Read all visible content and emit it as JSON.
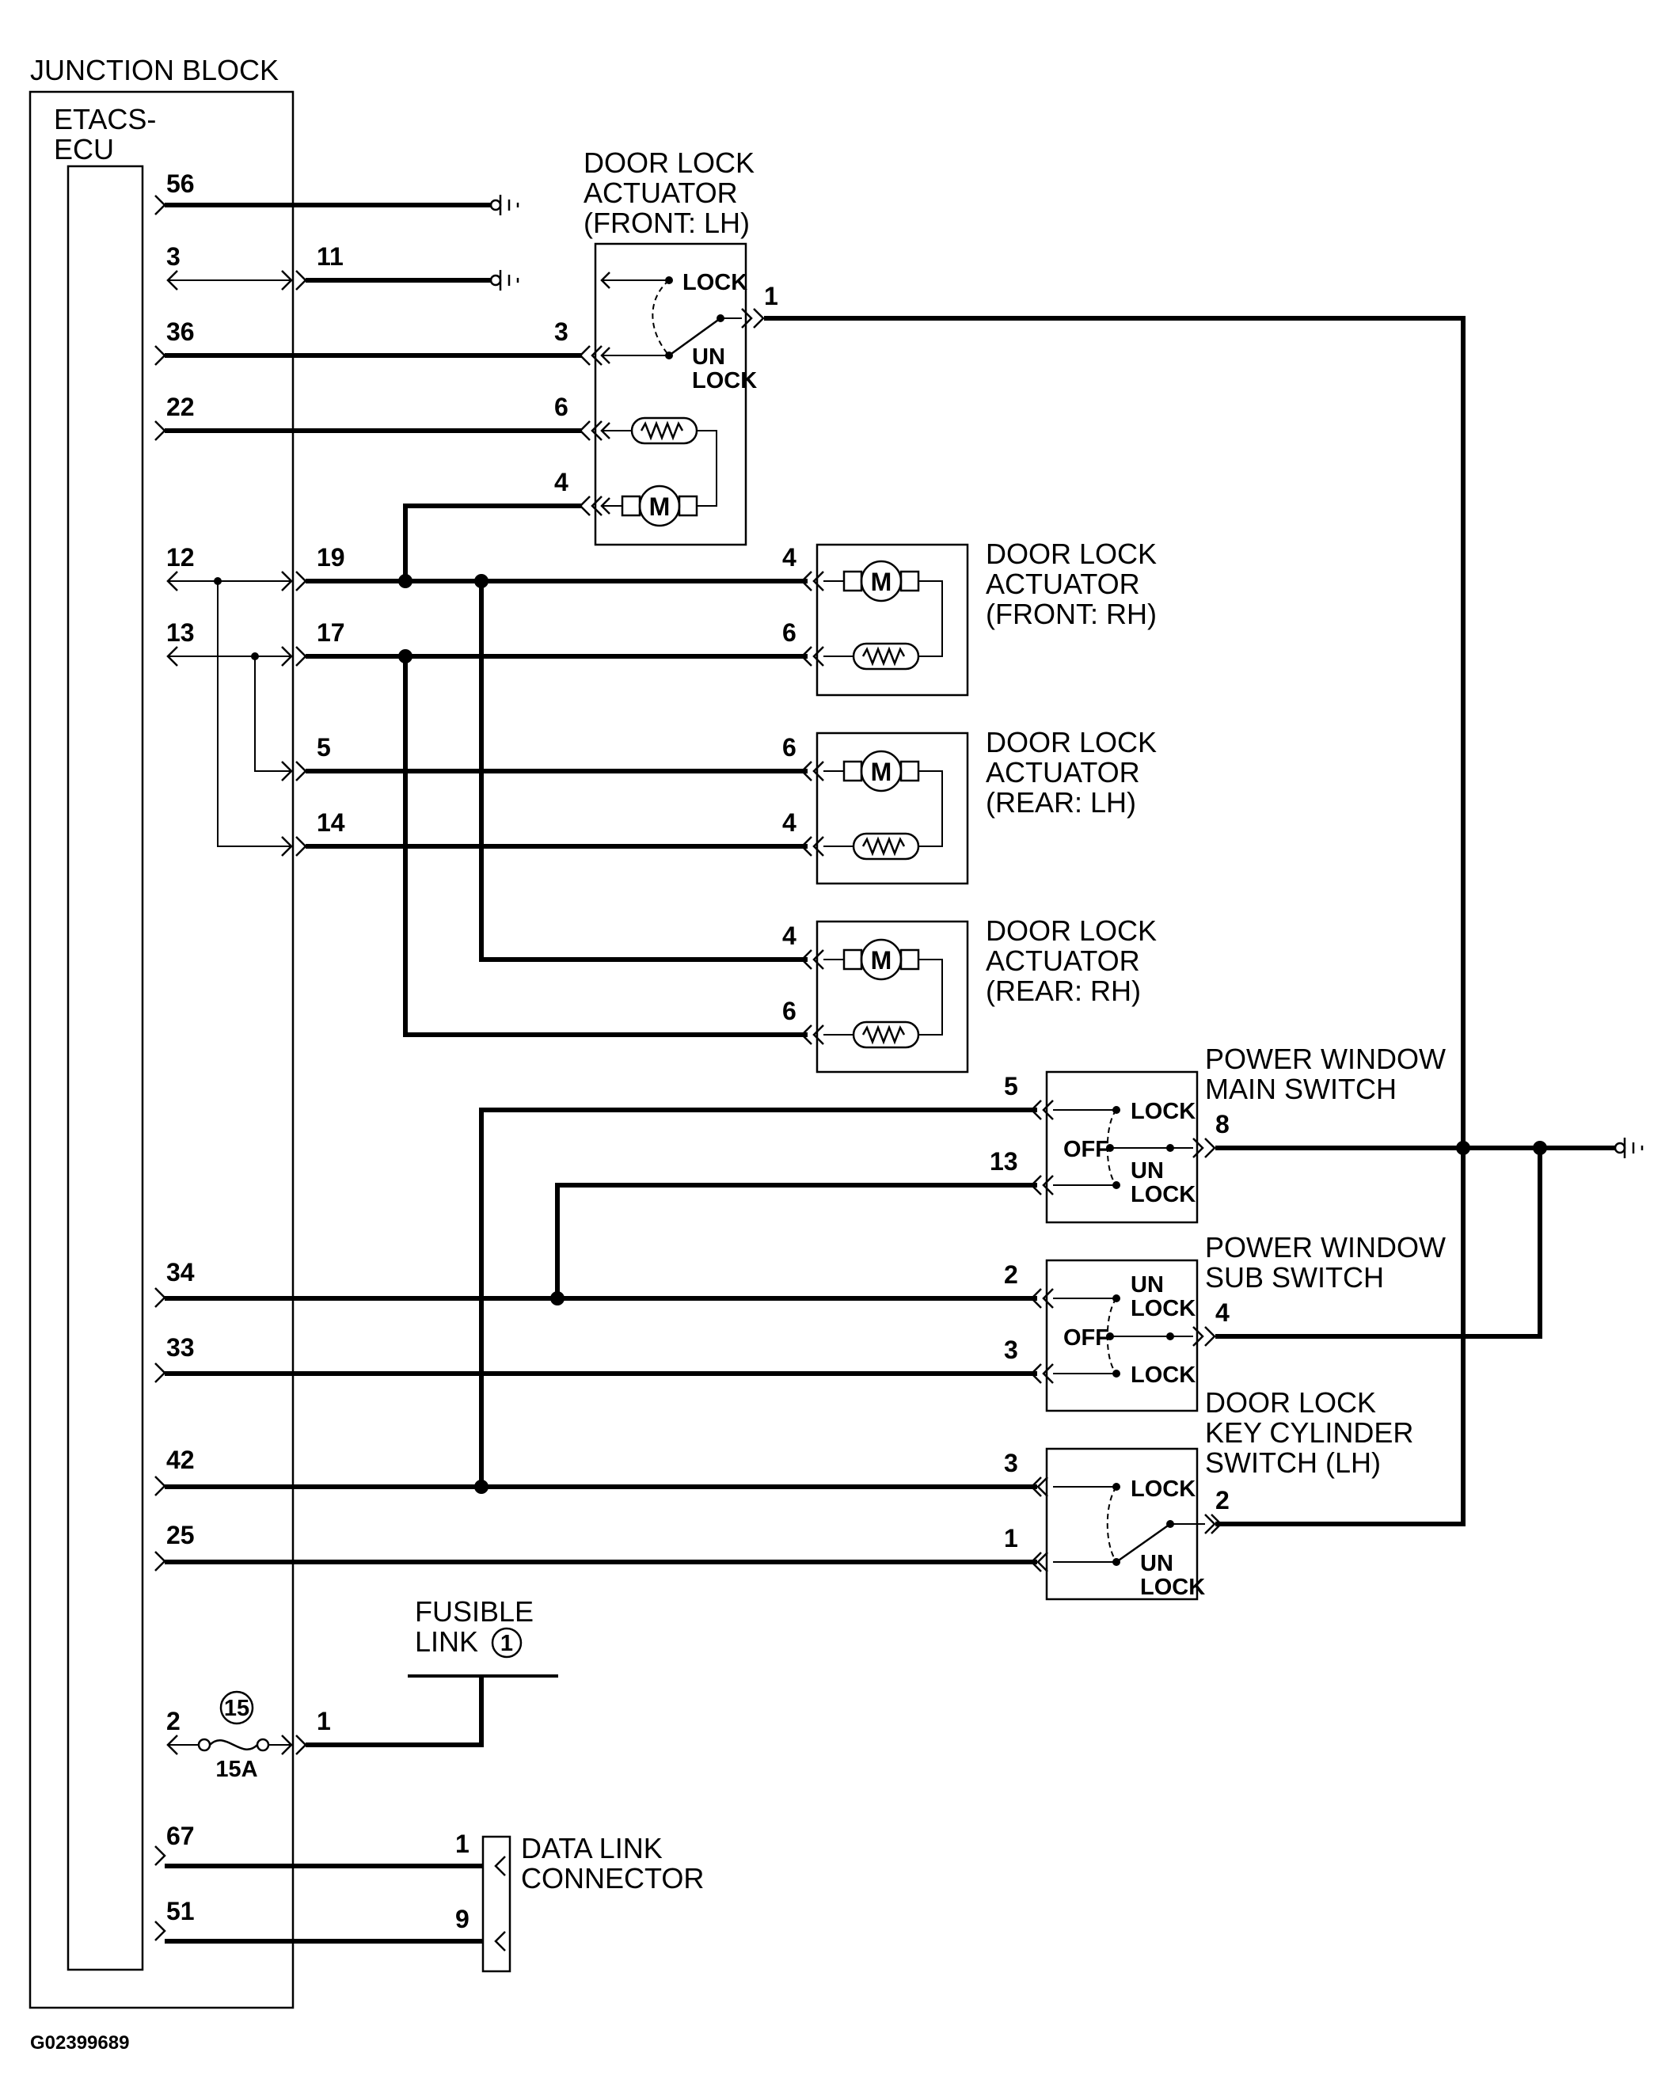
{
  "junction_block": {
    "title": "JUNCTION BLOCK",
    "ecu_label_line1": "ETACS-",
    "ecu_label_line2": "ECU"
  },
  "ecu_pins": [
    "56",
    "3",
    "36",
    "22",
    "12",
    "13",
    "34",
    "33",
    "42",
    "25",
    "2",
    "67",
    "51"
  ],
  "jb_outer_pins": [
    "11",
    "19",
    "17",
    "5",
    "14",
    "1"
  ],
  "fuse": {
    "number": "15",
    "rating": "15A"
  },
  "fusible_link": {
    "line1": "FUSIBLE",
    "line2": "LINK",
    "number": "1"
  },
  "components": {
    "dl_front_lh": {
      "line1": "DOOR LOCK",
      "line2": "ACTUATOR",
      "line3": "(FRONT: LH)",
      "lock": "LOCK",
      "un": "UN",
      "unlock": "LOCK",
      "pins": [
        "1",
        "3",
        "6",
        "4"
      ]
    },
    "dl_front_rh": {
      "line1": "DOOR LOCK",
      "line2": "ACTUATOR",
      "line3": "(FRONT: RH)",
      "pins": [
        "4",
        "6"
      ]
    },
    "dl_rear_lh": {
      "line1": "DOOR LOCK",
      "line2": "ACTUATOR",
      "line3": "(REAR: LH)",
      "pins": [
        "6",
        "4"
      ]
    },
    "dl_rear_rh": {
      "line1": "DOOR LOCK",
      "line2": "ACTUATOR",
      "line3": "(REAR: RH)",
      "pins": [
        "4",
        "6"
      ]
    },
    "pw_main": {
      "line1": "POWER WINDOW",
      "line2": "MAIN SWITCH",
      "lock": "LOCK",
      "off": "OFF",
      "un": "UN",
      "unlock": "LOCK",
      "pins": [
        "5",
        "8",
        "13"
      ]
    },
    "pw_sub": {
      "line1": "POWER WINDOW",
      "line2": "SUB SWITCH",
      "un": "UN",
      "unlock": "LOCK",
      "off": "OFF",
      "lock": "LOCK",
      "pins": [
        "2",
        "4",
        "3"
      ]
    },
    "key_cyl": {
      "line1": "DOOR LOCK",
      "line2": "KEY CYLINDER",
      "line3": "SWITCH (LH)",
      "lock": "LOCK",
      "un": "UN",
      "unlock": "LOCK",
      "pins": [
        "3",
        "2",
        "1"
      ]
    },
    "data_link": {
      "line1": "DATA LINK",
      "line2": "CONNECTOR",
      "pins": [
        "1",
        "9"
      ]
    }
  },
  "motor_symbol": "M",
  "figure_id": "G02399689"
}
